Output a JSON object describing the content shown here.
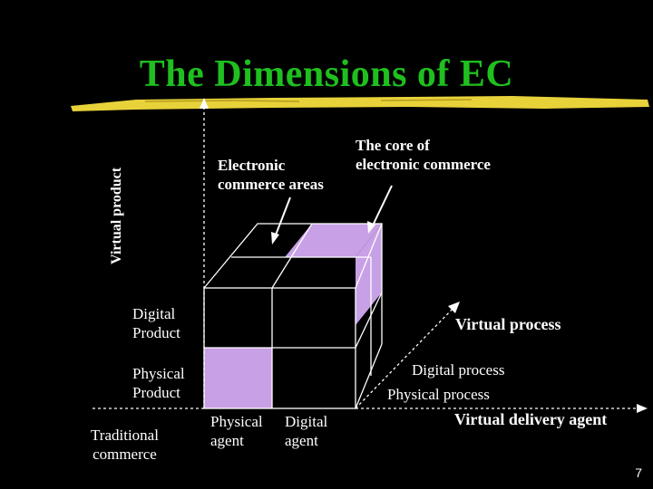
{
  "slide": {
    "title": "The Dimensions of EC",
    "page_number": "7"
  },
  "axes": {
    "vertical_label": "Virtual product",
    "horizontal_label": "Virtual delivery agent",
    "diagonal_label": "Virtual process"
  },
  "labels": {
    "ec_areas_line1": "Electronic",
    "ec_areas_line2": "commerce areas",
    "core_line1": "The core of",
    "core_line2": "electronic commerce",
    "digital_product_line1": "Digital",
    "digital_product_line2": "Product",
    "physical_product_line1": "Physical",
    "physical_product_line2": "Product",
    "traditional_line1": "Traditional",
    "traditional_line2": "commerce",
    "physical_agent_line1": "Physical",
    "physical_agent_line2": "agent",
    "digital_agent_line1": "Digital",
    "digital_agent_line2": "agent",
    "digital_process": "Digital process",
    "physical_process": "Physical process"
  },
  "colors": {
    "title": "#1fbf1f",
    "highlight": "#c8a0e6",
    "underline": "#e8d23a"
  }
}
